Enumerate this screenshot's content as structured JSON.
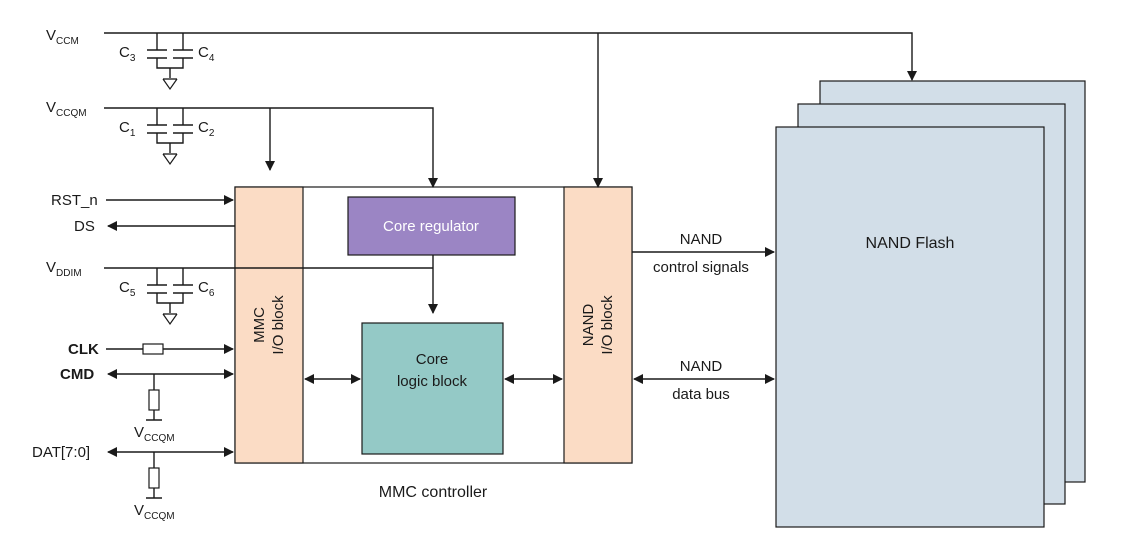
{
  "supplies": {
    "vccm": {
      "main": "V",
      "sub": "CCM"
    },
    "vccqm": {
      "main": "V",
      "sub": "CCQM"
    },
    "vddim": {
      "main": "V",
      "sub": "DDIM"
    },
    "pullup": {
      "main": "V",
      "sub": "CCQM"
    }
  },
  "capacitors": {
    "c1": {
      "main": "C",
      "sub": "1"
    },
    "c2": {
      "main": "C",
      "sub": "2"
    },
    "c3": {
      "main": "C",
      "sub": "3"
    },
    "c4": {
      "main": "C",
      "sub": "4"
    },
    "c5": {
      "main": "C",
      "sub": "5"
    },
    "c6": {
      "main": "C",
      "sub": "6"
    }
  },
  "signals": {
    "rst": "RST_n",
    "ds": "DS",
    "clk": "CLK",
    "cmd": "CMD",
    "dat": "DAT[7:0]"
  },
  "blocks": {
    "mmc_io": {
      "line1": "MMC",
      "line2": "I/O block"
    },
    "nand_io": {
      "line1": "NAND",
      "line2": "I/O block"
    },
    "core_regulator": "Core regulator",
    "core_logic": {
      "line1": "Core",
      "line2": "logic block"
    },
    "controller_caption": "MMC controller",
    "nand_flash": "NAND Flash"
  },
  "buses": {
    "control": {
      "line1": "NAND",
      "line2": "control signals"
    },
    "data": {
      "line1": "NAND",
      "line2": "data bus"
    }
  },
  "colors": {
    "io_block": "#fbdcc5",
    "core_regulator": "#9b85c4",
    "core_logic": "#94c9c6",
    "nand_flash": "#d2dee8"
  }
}
